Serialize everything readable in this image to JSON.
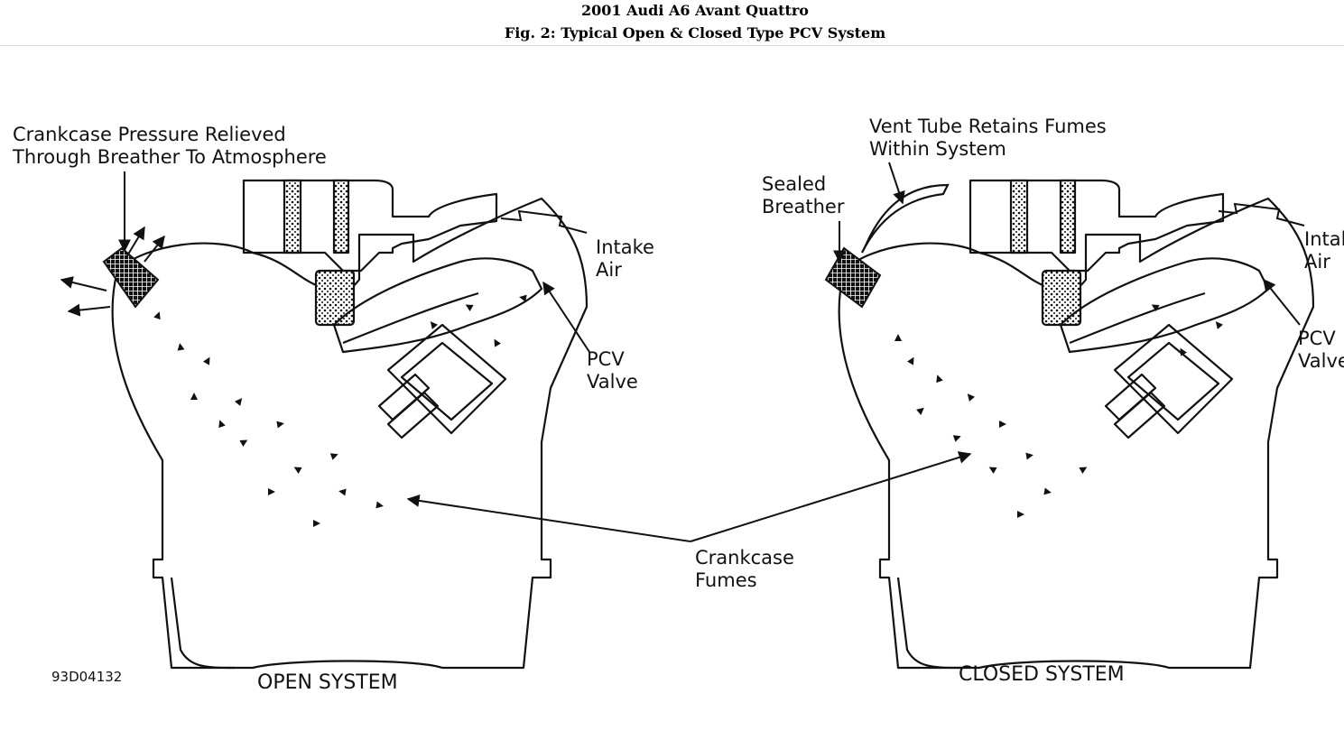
{
  "header": {
    "vehicle": "2001 Audi A6 Avant Quattro",
    "figure_title": "Fig. 2: Typical Open & Closed Type PCV System"
  },
  "open_system": {
    "caption": "OPEN SYSTEM",
    "label_pressure_line1": "Crankcase Pressure Relieved",
    "label_pressure_line2": "Through Breather To Atmosphere",
    "label_intake_line1": "Intake",
    "label_intake_line2": "Air",
    "label_pcv_line1": "PCV",
    "label_pcv_line2": "Valve"
  },
  "closed_system": {
    "caption": "CLOSED SYSTEM",
    "label_vent_line1": "Vent Tube Retains Fumes",
    "label_vent_line2": "Within System",
    "label_sealed_line1": "Sealed",
    "label_sealed_line2": "Breather",
    "label_intake_line1": "Intal",
    "label_intake_line2": "Air",
    "label_pcv_line1": "PCV",
    "label_pcv_line2": "Valve"
  },
  "shared": {
    "label_fumes_line1": "Crankcase",
    "label_fumes_line2": "Fumes",
    "figure_code": "93D04132"
  }
}
